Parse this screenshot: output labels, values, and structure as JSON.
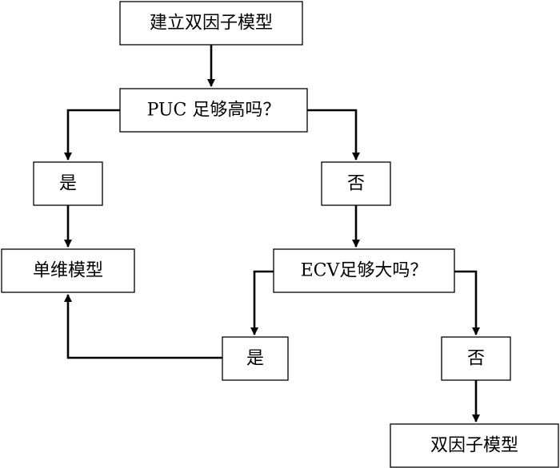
{
  "nodes": {
    "start": {
      "label": "建立双因子模型"
    },
    "puc": {
      "label": "PUC 足够高吗？"
    },
    "yes1": {
      "label": "是"
    },
    "no1": {
      "label": "否"
    },
    "single": {
      "label": "单维模型"
    },
    "ecv": {
      "label": "ECV足够大吗？"
    },
    "yes2": {
      "label": "是"
    },
    "no2": {
      "label": "否"
    },
    "bifactor": {
      "label": "双因子模型"
    }
  },
  "colors": {
    "stroke": "#000000",
    "fill": "#ffffff",
    "text": "#000000"
  }
}
